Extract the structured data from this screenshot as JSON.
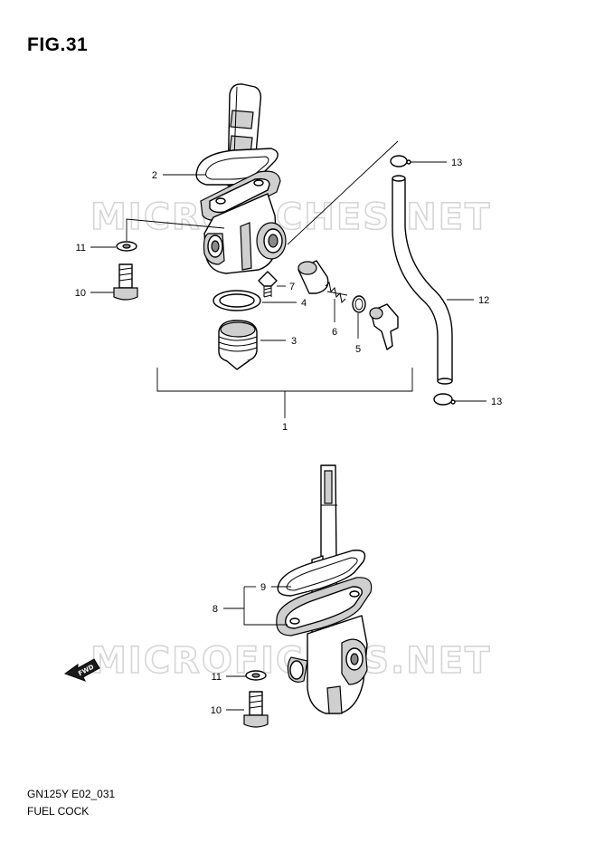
{
  "figure": {
    "title": "FIG.31",
    "model_code": "GN125Y E02_031",
    "name": "FUEL COCK"
  },
  "watermark": "MICROFICHES.NET",
  "fwd_label": "FWD",
  "callouts": {
    "c1": "1",
    "c2": "2",
    "c3": "3",
    "c4": "4",
    "c5": "5",
    "c6": "6",
    "c7": "7",
    "c8": "8",
    "c9": "9",
    "c10a": "10",
    "c10b": "10",
    "c11a": "11",
    "c11b": "11",
    "c12": "12",
    "c13a": "13",
    "c13b": "13"
  }
}
